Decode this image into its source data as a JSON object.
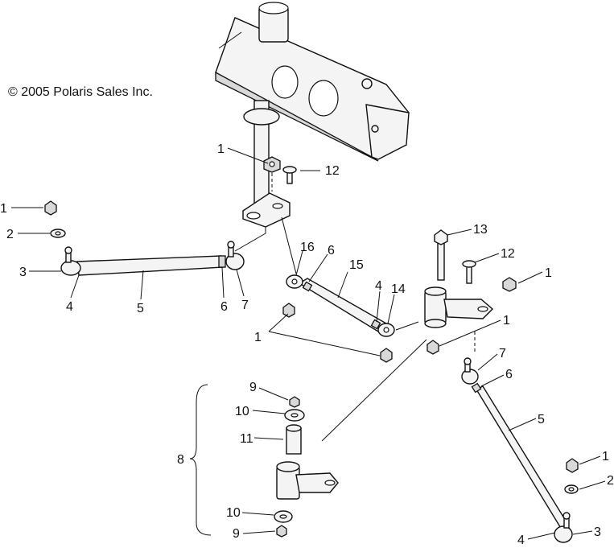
{
  "copyright": "© 2005 Polaris Sales Inc.",
  "callouts": {
    "c1_post": "1",
    "c12_post": "12",
    "c1_left": "1",
    "c2_left": "2",
    "c3_left": "3",
    "c4_left": "4",
    "c5_left": "5",
    "c6_left": "6",
    "c7_left": "7",
    "c16": "16",
    "c6_center": "6",
    "c15": "15",
    "c4_center": "4",
    "c14": "14",
    "c1_center": "1",
    "c13": "13",
    "c12_right": "12",
    "c1_right_top": "1",
    "c1_right_mid": "1",
    "c7_right": "7",
    "c6_right": "6",
    "c5_right": "5",
    "c1_right_low": "1",
    "c2_right": "2",
    "c4_right": "4",
    "c3_right": "3",
    "c8": "8",
    "c9_top": "9",
    "c10_top": "10",
    "c11": "11",
    "c10_bottom": "10",
    "c9_bottom": "9"
  }
}
